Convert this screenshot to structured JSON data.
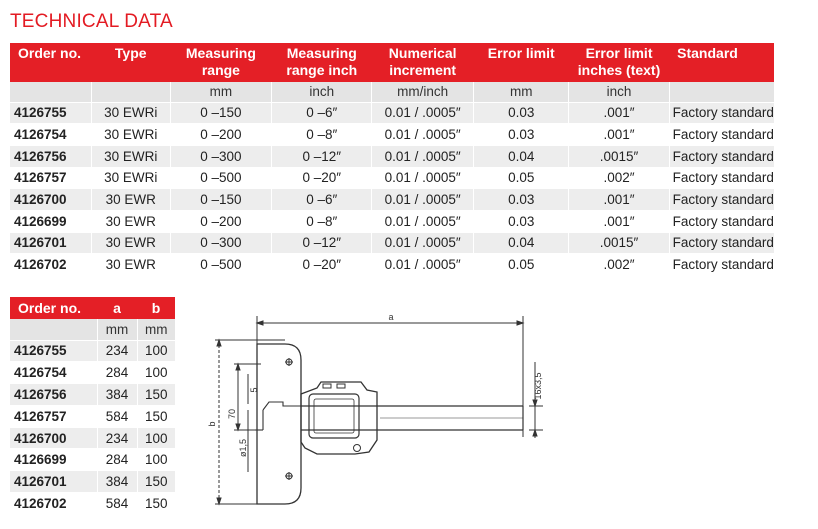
{
  "title": "TECHNICAL DATA",
  "main_table": {
    "headers": [
      "Order no.",
      "Type",
      "Measuring range",
      "Measuring range inch",
      "Numerical increment",
      "Error limit",
      "Error limit inches (text)",
      "Standard"
    ],
    "units": [
      "",
      "",
      "mm",
      "inch",
      "mm/inch",
      "mm",
      "inch",
      ""
    ],
    "rows": [
      [
        "4126755",
        "30 EWRi",
        "0 –150",
        "0 –6″",
        "0.01 / .0005″",
        "0.03",
        ".001″",
        "Factory standard"
      ],
      [
        "4126754",
        "30 EWRi",
        "0 –200",
        "0 –8″",
        "0.01 / .0005″",
        "0.03",
        ".001″",
        "Factory standard"
      ],
      [
        "4126756",
        "30 EWRi",
        "0 –300",
        "0 –12″",
        "0.01 / .0005″",
        "0.04",
        ".0015″",
        "Factory standard"
      ],
      [
        "4126757",
        "30 EWRi",
        "0 –500",
        "0 –20″",
        "0.01 / .0005″",
        "0.05",
        ".002″",
        "Factory standard"
      ],
      [
        "4126700",
        "30 EWR",
        "0 –150",
        "0 –6″",
        "0.01 / .0005″",
        "0.03",
        ".001″",
        "Factory standard"
      ],
      [
        "4126699",
        "30 EWR",
        "0 –200",
        "0 –8″",
        "0.01 / .0005″",
        "0.03",
        ".001″",
        "Factory standard"
      ],
      [
        "4126701",
        "30 EWR",
        "0 –300",
        "0 –12″",
        "0.01 / .0005″",
        "0.04",
        ".0015″",
        "Factory standard"
      ],
      [
        "4126702",
        "30 EWR",
        "0 –500",
        "0 –20″",
        "0.01 / .0005″",
        "0.05",
        ".002″",
        "Factory standard"
      ]
    ]
  },
  "dim_table": {
    "headers": [
      "Order no.",
      "a",
      "b"
    ],
    "units": [
      "",
      "mm",
      "mm"
    ],
    "rows": [
      [
        "4126755",
        "234",
        "100"
      ],
      [
        "4126754",
        "284",
        "100"
      ],
      [
        "4126756",
        "384",
        "150"
      ],
      [
        "4126757",
        "584",
        "150"
      ],
      [
        "4126700",
        "234",
        "100"
      ],
      [
        "4126699",
        "284",
        "100"
      ],
      [
        "4126701",
        "384",
        "150"
      ],
      [
        "4126702",
        "584",
        "150"
      ]
    ]
  },
  "drawing": {
    "label_a": "a",
    "label_b": "b",
    "label_70": "70",
    "label_5": "5",
    "label_dia": "ø1,5",
    "label_rod": "16x3,5"
  },
  "colors": {
    "accent": "#e31b23",
    "header_bg": "#e41f26",
    "units_bg": "#e4e4e4",
    "stripe_bg": "#ededed"
  }
}
